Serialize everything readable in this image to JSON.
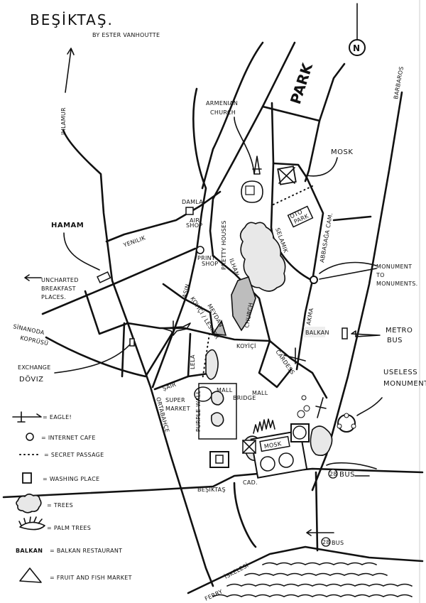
{
  "header": {
    "title": "BEŞİKTAŞ.",
    "author": "BY ESTER VANHOUTTE",
    "compass": "N"
  },
  "streets": {
    "ihlamur": "IHLAMUR",
    "barbaros": "BARBAROS",
    "yenilik": "YENILIK",
    "pretty_houses": "PRETTY HOUSES",
    "selamik": "SELAMIK",
    "abbasaga": "ABBASAĞA CAM.",
    "ilhan": "ILHAN",
    "asin": "ASIN",
    "koyici_lesker": "KOYİÇİ / LESKER",
    "meydan": "MEYDAN",
    "akma": "AKMA",
    "koyici": "KOYİÇİ",
    "cardess": "CARDESS",
    "lela": "LELA",
    "sair": "ŞAİR",
    "ortabahce": "ORTABAHÇE",
    "besiktas_cad": "BEŞİKTAŞ",
    "cad": "CAD.",
    "iskelesi": "İSKELESİ",
    "ferry": "FERRY",
    "sinanoda_1": "SİNANODA",
    "sinanoda_2": "KOPRÜSÜ"
  },
  "places": {
    "armenian_church_1": "ARMENIAN",
    "armenian_church_2": "CHURCH",
    "park": "PARK",
    "mosk": "MOSK",
    "mosk_small": "MOSK",
    "oto_park_1": "OTO",
    "oto_park_2": "PARK",
    "damla": "DAMLA",
    "air_shop_1": "AIR",
    "air_shop_2": "SHOP",
    "print_shop_1": "PRINT",
    "print_shop_2": "SHOP",
    "hamam": "HAMAM",
    "uncharted_1": "UNCHARTED",
    "uncharted_2": "BREAKFAST",
    "uncharted_3": "PLACES.",
    "monument_1": "MONUMENT",
    "monument_2": "TO",
    "monument_3": "MONUMENTS.",
    "church": "CHURCH",
    "balkan": "BALKAN",
    "metro_1": "METRO",
    "metro_2": "BUS",
    "exchange_1": "EXCHANGE",
    "exchange_2": "DÖVIZ",
    "useless_1": "USELESS",
    "useless_2": "MONUMENT",
    "mall_1": "MALL",
    "mall_2": "MALL",
    "bridge": "BRIDGE",
    "supermarket_1": "SUPER",
    "supermarket_2": "MARKET",
    "purple_wall": "PURPLE WALL",
    "bus_1_number": "28",
    "bus_1": "BUS",
    "bus_2_number": "28",
    "bus_2": "BUS"
  },
  "legend": [
    {
      "icon": "eagle-icon",
      "label": "= EAGLE!"
    },
    {
      "icon": "internet-cafe-icon",
      "label": "= INTERNET CAFE"
    },
    {
      "icon": "secret-passage-icon",
      "label": "= SECRET PASSAGE"
    },
    {
      "icon": "washing-place-icon",
      "label": "= WASHING PLACE"
    },
    {
      "icon": "trees-icon",
      "label": "= TREES"
    },
    {
      "icon": "palm-trees-icon",
      "label": "= PALM TREES"
    },
    {
      "icon": "balkan-text",
      "symbol": "BALKAN",
      "label": "= BALKAN RESTAURANT"
    },
    {
      "icon": "triangle-icon",
      "label": "= FRUIT AND FISH MARKET"
    }
  ]
}
